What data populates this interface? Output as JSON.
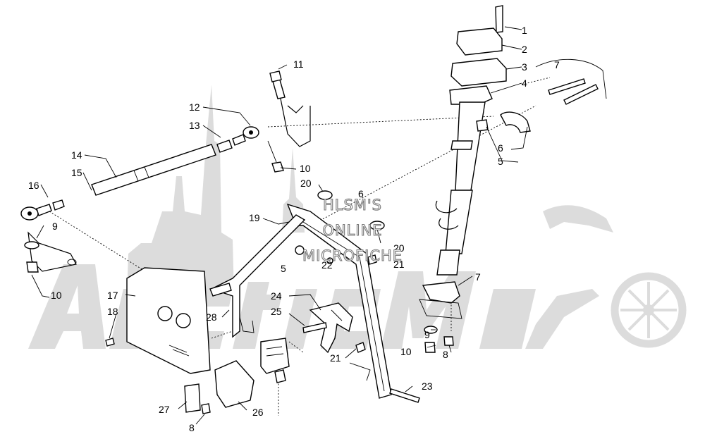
{
  "watermark": {
    "lines": [
      "HLSM'S",
      "ONLINE",
      "MICROFICHE"
    ],
    "background_logo": "ArcticMoto"
  },
  "callouts": [
    {
      "id": "c1",
      "number": "1"
    },
    {
      "id": "c2",
      "number": "2"
    },
    {
      "id": "c3",
      "number": "3"
    },
    {
      "id": "c4",
      "number": "4"
    },
    {
      "id": "c5a",
      "number": "5"
    },
    {
      "id": "c5b",
      "number": "5"
    },
    {
      "id": "c6a",
      "number": "6"
    },
    {
      "id": "c6b",
      "number": "6"
    },
    {
      "id": "c7a",
      "number": "7"
    },
    {
      "id": "c7b",
      "number": "7"
    },
    {
      "id": "c8a",
      "number": "8"
    },
    {
      "id": "c8b",
      "number": "8"
    },
    {
      "id": "c9a",
      "number": "9"
    },
    {
      "id": "c9b",
      "number": "9"
    },
    {
      "id": "c10a",
      "number": "10"
    },
    {
      "id": "c10b",
      "number": "10"
    },
    {
      "id": "c10c",
      "number": "10"
    },
    {
      "id": "c11",
      "number": "11"
    },
    {
      "id": "c12",
      "number": "12"
    },
    {
      "id": "c13",
      "number": "13"
    },
    {
      "id": "c14",
      "number": "14"
    },
    {
      "id": "c15",
      "number": "15"
    },
    {
      "id": "c16",
      "number": "16"
    },
    {
      "id": "c17",
      "number": "17"
    },
    {
      "id": "c18",
      "number": "18"
    },
    {
      "id": "c19",
      "number": "19"
    },
    {
      "id": "c20a",
      "number": "20"
    },
    {
      "id": "c20b",
      "number": "20"
    },
    {
      "id": "c21a",
      "number": "21"
    },
    {
      "id": "c21b",
      "number": "21"
    },
    {
      "id": "c22",
      "number": "22"
    },
    {
      "id": "c23",
      "number": "23"
    },
    {
      "id": "c24",
      "number": "24"
    },
    {
      "id": "c25",
      "number": "25"
    },
    {
      "id": "c26",
      "number": "26"
    },
    {
      "id": "c27",
      "number": "27"
    },
    {
      "id": "c28",
      "number": "28"
    }
  ]
}
